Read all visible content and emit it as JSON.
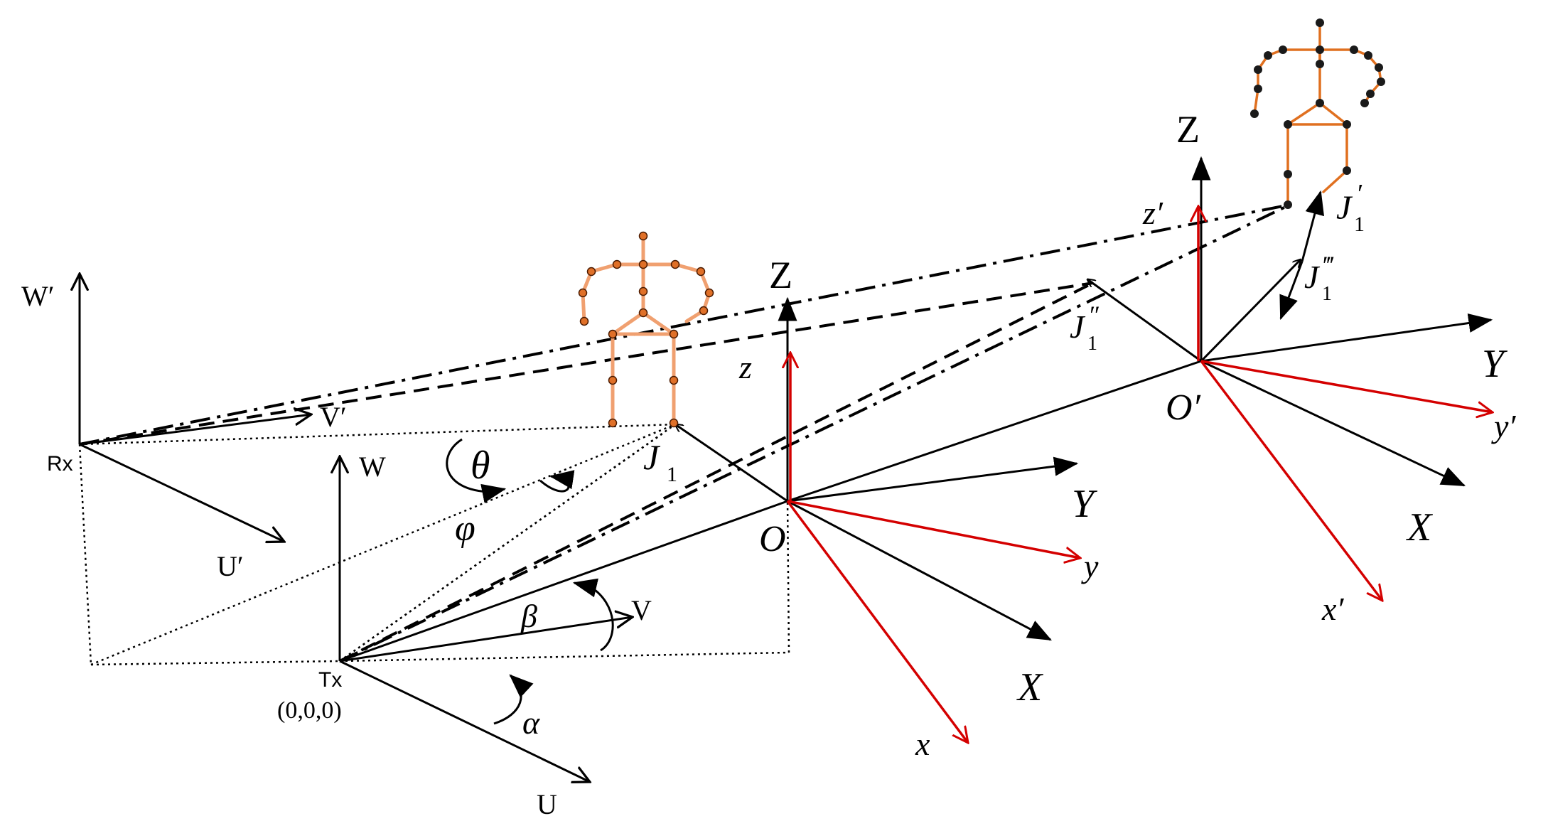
{
  "colors": {
    "axis": "#000000",
    "red_axis": "#d40000",
    "skeleton_light": "#f0a070",
    "skeleton_dark": "#e07020",
    "joint_light": "#e07028",
    "joint_dark": "#1a1a1a"
  },
  "receiver": {
    "name": "Rx",
    "axes": {
      "w": "W′",
      "v": "V′",
      "u": "U′"
    }
  },
  "transmitter": {
    "name": "Tx",
    "coords": "(0,0,0)",
    "axes": {
      "w": "W",
      "v": "V",
      "u": "U"
    }
  },
  "angles": {
    "theta": "θ",
    "phi": "φ",
    "beta": "β",
    "alpha": "α"
  },
  "frame_O": {
    "origin": "O",
    "big": {
      "z": "Z",
      "y": "Y",
      "x": "X"
    },
    "small": {
      "z": "z",
      "y": "y",
      "x": "x"
    }
  },
  "frame_O_prime": {
    "origin": "O′",
    "big": {
      "z": "Z",
      "y": "Y",
      "x": "X"
    },
    "small": {
      "z": "z′",
      "y": "y′",
      "x": "x′"
    }
  },
  "joints": {
    "j1": {
      "base": "J",
      "sub": "1",
      "prime": ""
    },
    "j1_prime": {
      "base": "J",
      "sub": "1",
      "prime": "′"
    },
    "j1_double": {
      "base": "J",
      "sub": "1",
      "prime": "″"
    },
    "j1_triple": {
      "base": "J",
      "sub": "1",
      "prime": "‴"
    }
  }
}
